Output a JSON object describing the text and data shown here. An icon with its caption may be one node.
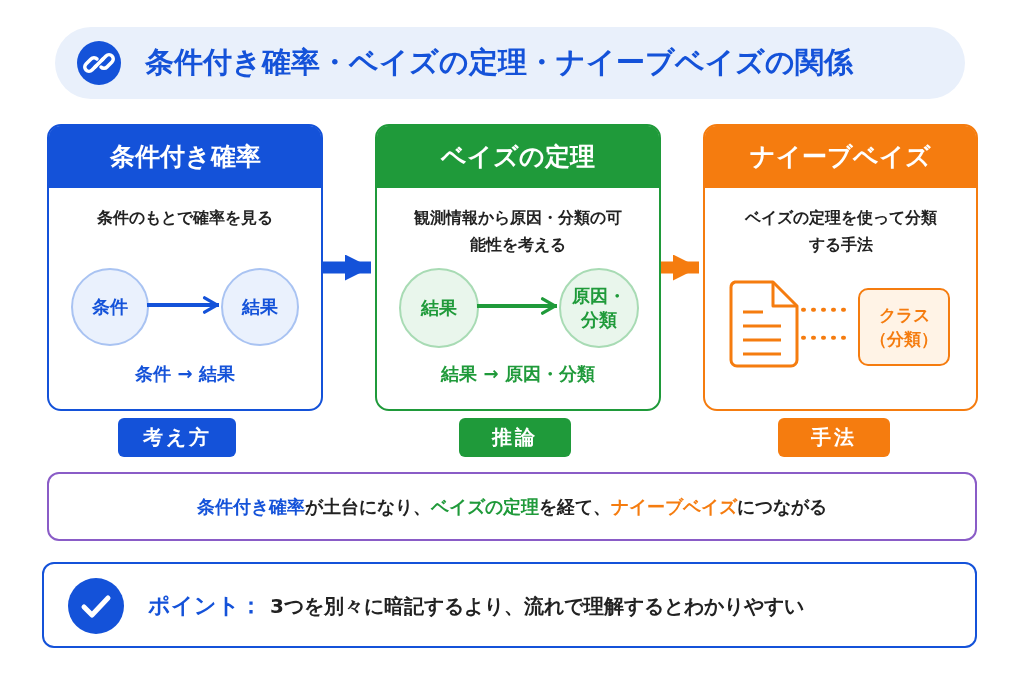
{
  "diagram": {
    "title": "条件付き確率・ベイズの定理・ナイーブベイズの関係",
    "nodes": [
      {
        "text": [
          "条件付き確率",
          "条件のもとで確率を見る",
          "条件 → 結果"
        ]
      },
      {
        "text": [
          "条件"
        ],
        "in": 0
      },
      {
        "text": [
          "結果"
        ],
        "in": 0
      },
      {
        "text": [
          "ベイズの定理",
          "観測情報から原因・分類の可能性を考える",
          "結果 → 原因・分類"
        ]
      },
      {
        "text": [
          "結果"
        ],
        "in": 3
      },
      {
        "text": [
          "原因・分類"
        ],
        "in": 3
      },
      {
        "text": [
          "ナイーブベイズ",
          "ベイズの定理を使って分類する手法"
        ]
      },
      {
        "text": [],
        "shape": "document",
        "in": 6
      },
      {
        "text": [
          "クラス（分類）"
        ],
        "in": 6
      },
      {
        "text": [
          "考え方"
        ]
      },
      {
        "text": [
          "推論"
        ]
      },
      {
        "text": [
          "手法"
        ]
      },
      {
        "text": [
          "**条件付き確率**が土台になり、**ベイズの定理**を経て、**ナイーブベイズ**につながる"
        ]
      },
      {
        "text": [
          "ポイント：",
          "3つを別々に暗記するより、流れで理解するとわかりやすい"
        ]
      }
    ],
    "edges": [
      {
        "from": 0,
        "to": 3,
        "arrow": "to",
        "style": "thick",
        "color": "#1452d9"
      },
      {
        "from": 3,
        "to": 6,
        "arrow": "to",
        "style": "thick",
        "color": "#f57c0f"
      },
      {
        "from": 1,
        "to": 2,
        "arrow": "to",
        "color": "#1452d9"
      },
      {
        "from": 4,
        "to": 5,
        "arrow": "to",
        "color": "#1f9a3a"
      },
      {
        "from": 7,
        "to": 8,
        "arrow": "none",
        "style": "dashed",
        "color": "#f57c0f"
      },
      {
        "from": 7,
        "to": 8,
        "arrow": "none",
        "style": "dashed",
        "color": "#f57c0f"
      }
    ]
  }
}
